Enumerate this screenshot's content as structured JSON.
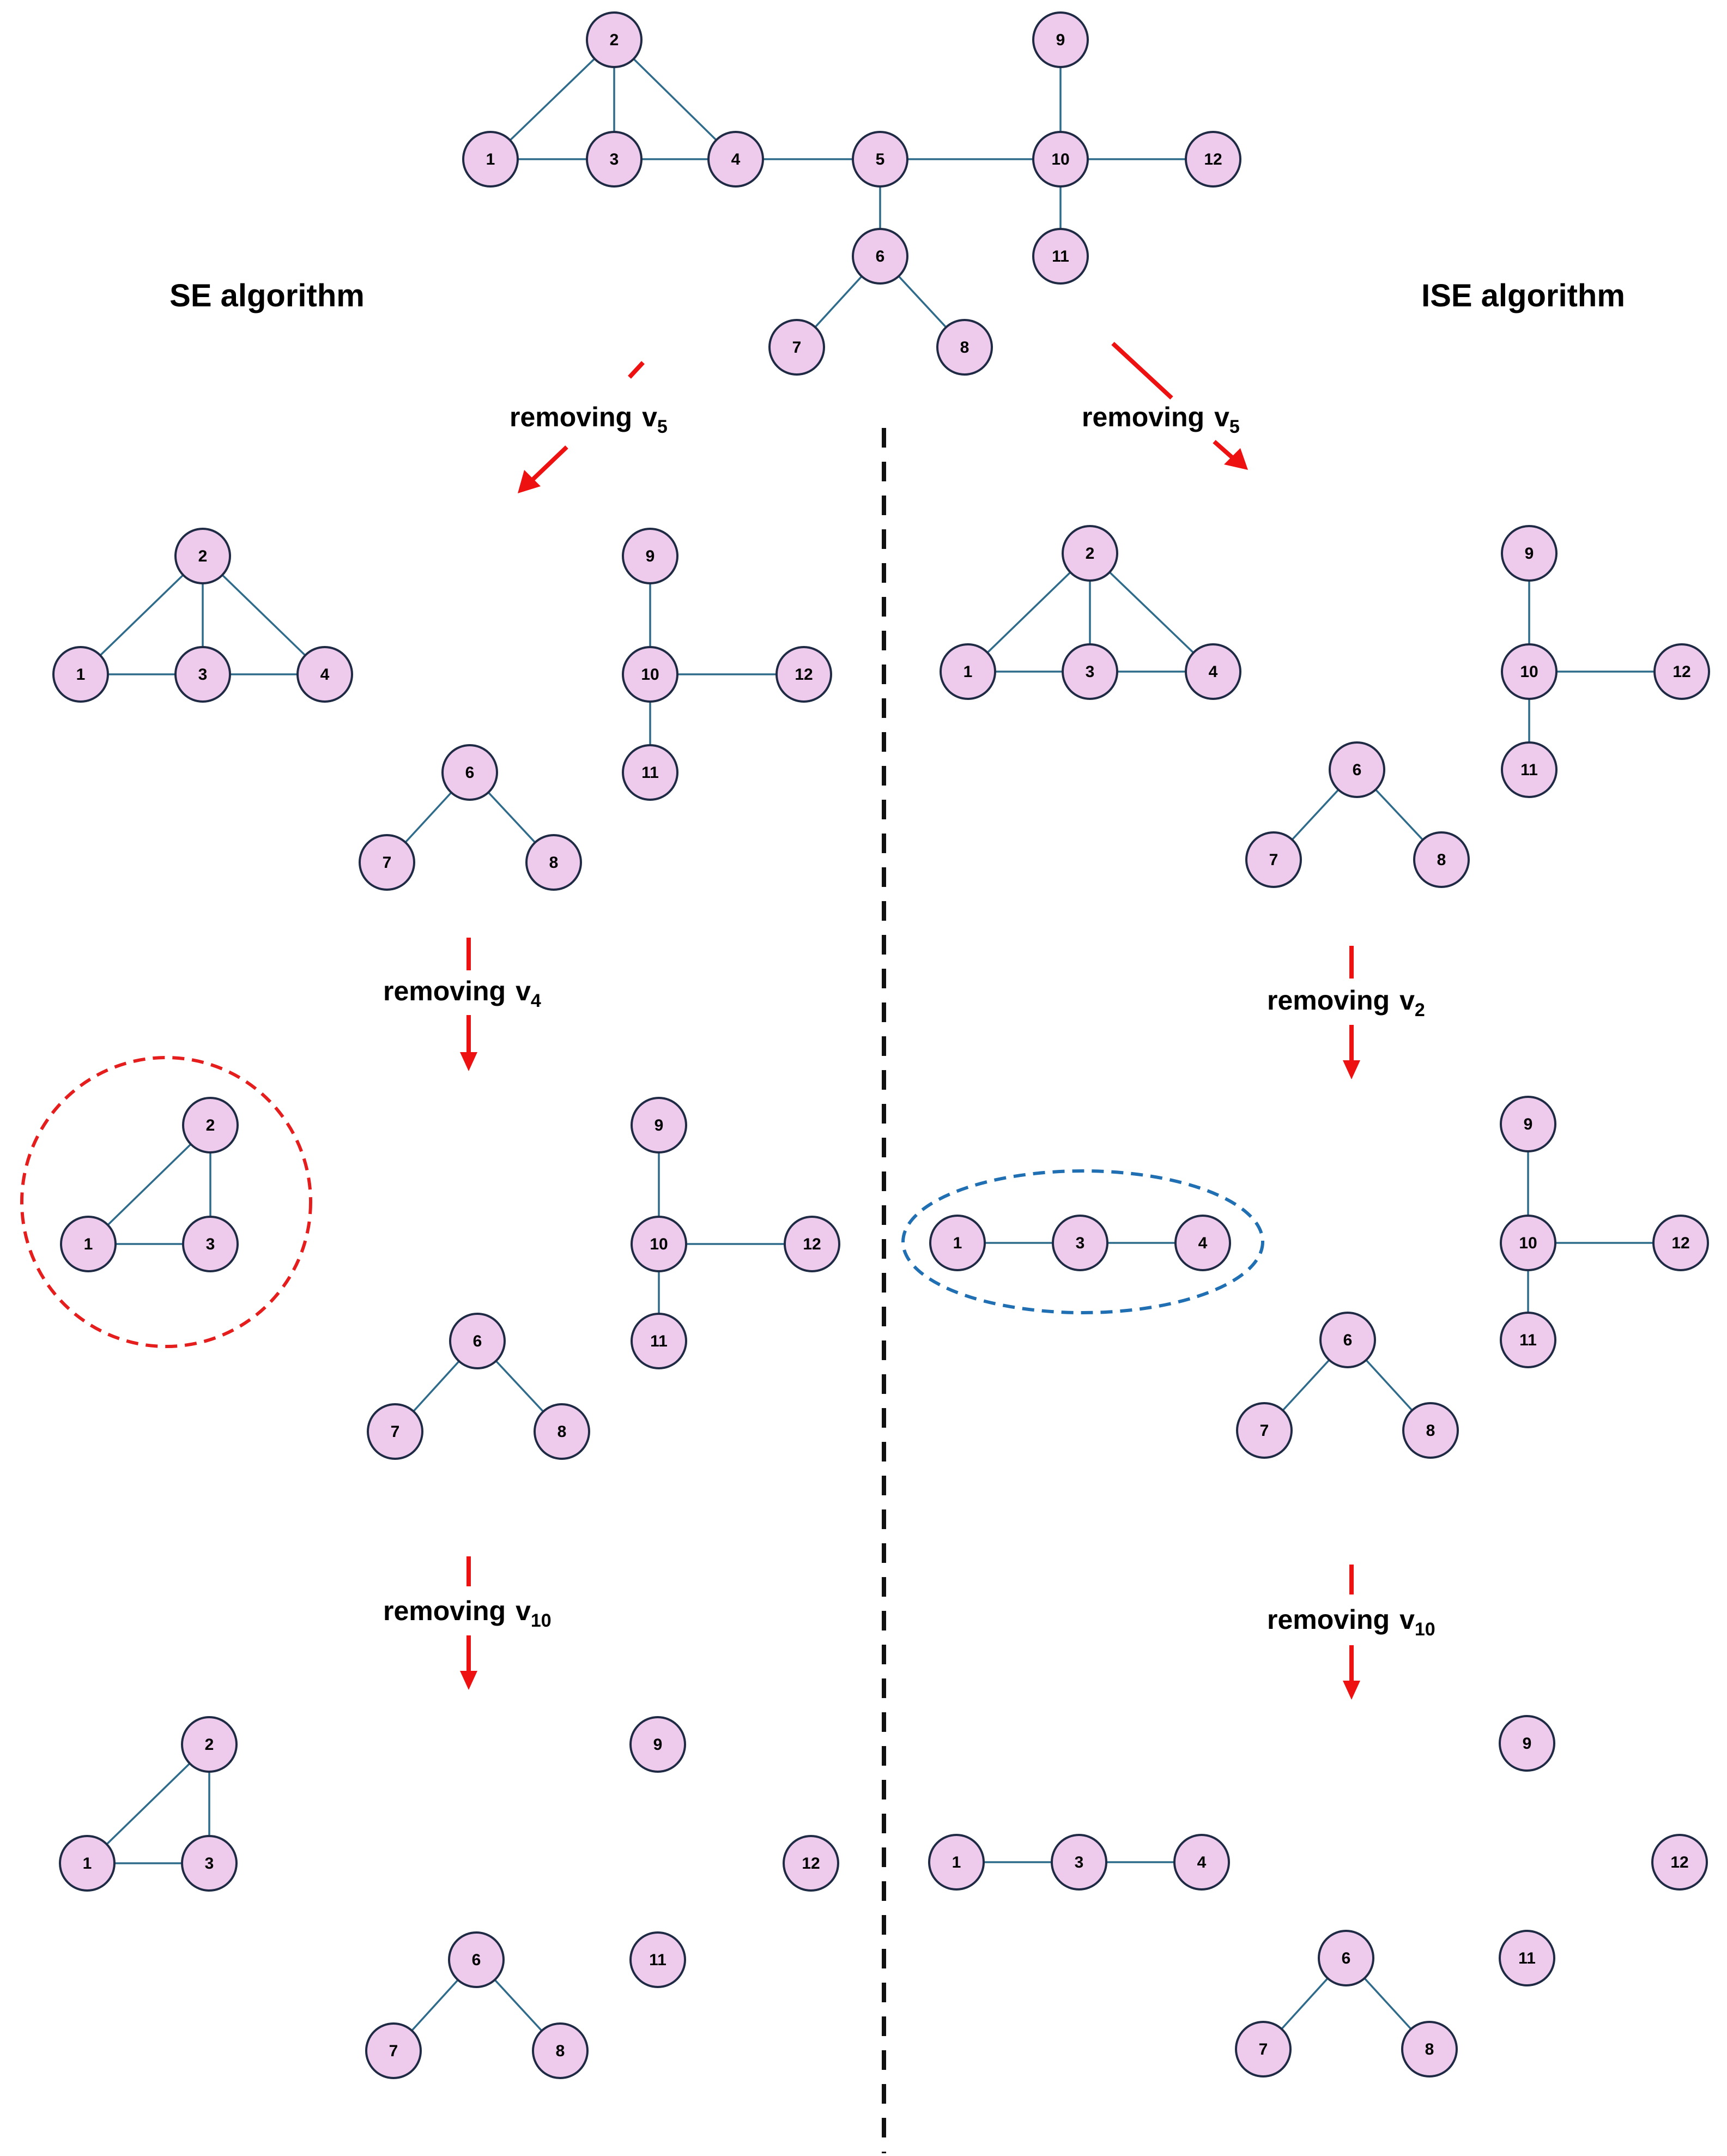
{
  "headings": {
    "left": "SE algorithm",
    "right": "ISE algorithm"
  },
  "steps": [
    {
      "id": "left-1",
      "label": "removing",
      "var": "v",
      "sub": "5"
    },
    {
      "id": "right-1",
      "label": "removing",
      "var": "v",
      "sub": "5"
    },
    {
      "id": "left-2",
      "label": "removing",
      "var": "v",
      "sub": "4"
    },
    {
      "id": "right-2",
      "label": "removing",
      "var": "v",
      "sub": "2"
    },
    {
      "id": "left-3",
      "label": "removing",
      "var": "v",
      "sub": "10"
    },
    {
      "id": "right-3",
      "label": "removing",
      "var": "v",
      "sub": "10"
    }
  ],
  "graphs": [
    {
      "id": "original",
      "nodes": [
        "1",
        "2",
        "3",
        "4",
        "5",
        "6",
        "7",
        "8",
        "9",
        "10",
        "11",
        "12"
      ],
      "edges": [
        [
          "1",
          "2"
        ],
        [
          "2",
          "3"
        ],
        [
          "2",
          "4"
        ],
        [
          "1",
          "3"
        ],
        [
          "3",
          "4"
        ],
        [
          "4",
          "5"
        ],
        [
          "5",
          "6"
        ],
        [
          "5",
          "10"
        ],
        [
          "6",
          "7"
        ],
        [
          "6",
          "8"
        ],
        [
          "9",
          "10"
        ],
        [
          "10",
          "11"
        ],
        [
          "10",
          "12"
        ]
      ]
    },
    {
      "id": "se-after-v5",
      "nodes": [
        "1",
        "2",
        "3",
        "4",
        "6",
        "7",
        "8",
        "9",
        "10",
        "11",
        "12"
      ],
      "edges": [
        [
          "1",
          "2"
        ],
        [
          "2",
          "3"
        ],
        [
          "2",
          "4"
        ],
        [
          "1",
          "3"
        ],
        [
          "3",
          "4"
        ],
        [
          "6",
          "7"
        ],
        [
          "6",
          "8"
        ],
        [
          "9",
          "10"
        ],
        [
          "10",
          "11"
        ],
        [
          "10",
          "12"
        ]
      ]
    },
    {
      "id": "ise-after-v5",
      "nodes": [
        "1",
        "2",
        "3",
        "4",
        "6",
        "7",
        "8",
        "9",
        "10",
        "11",
        "12"
      ],
      "edges": [
        [
          "1",
          "2"
        ],
        [
          "2",
          "3"
        ],
        [
          "2",
          "4"
        ],
        [
          "1",
          "3"
        ],
        [
          "3",
          "4"
        ],
        [
          "6",
          "7"
        ],
        [
          "6",
          "8"
        ],
        [
          "9",
          "10"
        ],
        [
          "10",
          "11"
        ],
        [
          "10",
          "12"
        ]
      ]
    },
    {
      "id": "se-after-v4",
      "nodes": [
        "1",
        "2",
        "3",
        "6",
        "7",
        "8",
        "9",
        "10",
        "11",
        "12"
      ],
      "edges": [
        [
          "1",
          "2"
        ],
        [
          "2",
          "3"
        ],
        [
          "1",
          "3"
        ],
        [
          "6",
          "7"
        ],
        [
          "6",
          "8"
        ],
        [
          "9",
          "10"
        ],
        [
          "10",
          "11"
        ],
        [
          "10",
          "12"
        ]
      ],
      "highlight": "red-dashed-circle"
    },
    {
      "id": "ise-after-v2",
      "nodes": [
        "1",
        "3",
        "4",
        "6",
        "7",
        "8",
        "9",
        "10",
        "11",
        "12"
      ],
      "edges": [
        [
          "1",
          "3"
        ],
        [
          "3",
          "4"
        ],
        [
          "6",
          "7"
        ],
        [
          "6",
          "8"
        ],
        [
          "9",
          "10"
        ],
        [
          "10",
          "11"
        ],
        [
          "10",
          "12"
        ]
      ],
      "highlight": "blue-dashed-ellipse"
    },
    {
      "id": "se-after-v10",
      "nodes": [
        "1",
        "2",
        "3",
        "6",
        "7",
        "8",
        "9",
        "11",
        "12"
      ],
      "edges": [
        [
          "1",
          "2"
        ],
        [
          "2",
          "3"
        ],
        [
          "1",
          "3"
        ],
        [
          "6",
          "7"
        ],
        [
          "6",
          "8"
        ]
      ]
    },
    {
      "id": "ise-after-v10",
      "nodes": [
        "1",
        "3",
        "4",
        "6",
        "7",
        "8",
        "9",
        "11",
        "12"
      ],
      "edges": [
        [
          "1",
          "3"
        ],
        [
          "3",
          "4"
        ],
        [
          "6",
          "7"
        ],
        [
          "6",
          "8"
        ]
      ]
    }
  ]
}
